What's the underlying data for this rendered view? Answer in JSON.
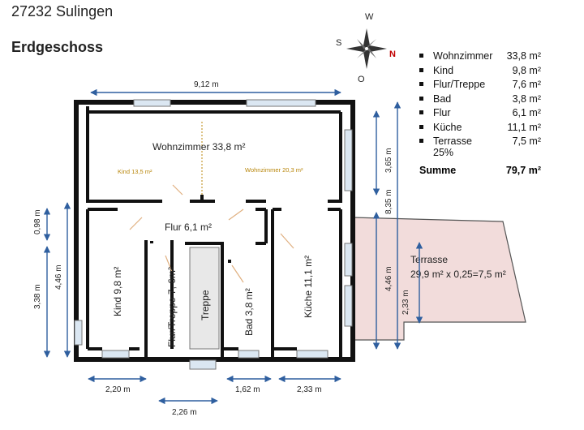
{
  "header": {
    "address": "27232 Sulingen",
    "title": "Erdgeschoss"
  },
  "compass": {
    "n": "N",
    "s": "S",
    "w": "W",
    "o": "O"
  },
  "area_list": [
    {
      "name": "Wohnzimmer",
      "value": "33,8 m²"
    },
    {
      "name": "Kind",
      "value": "9,8 m²"
    },
    {
      "name": "Flur/Treppe",
      "value": "7,6 m²"
    },
    {
      "name": "Bad",
      "value": "3,8 m²"
    },
    {
      "name": "Flur",
      "value": "6,1 m²"
    },
    {
      "name": "Küche",
      "value": "11,1 m²"
    },
    {
      "name": "Terrasse 25%",
      "value": "7,5 m²"
    }
  ],
  "sum": {
    "label": "Summe",
    "value": "79,7 m²"
  },
  "rooms": {
    "wohnzimmer": "Wohnzimmer 33,8 m²",
    "kind_part": "Kind 13,5 m²",
    "wohnzimmer_part": "Wohnzimmer 20,3 m²",
    "flur": "Flur 6,1 m²",
    "kind": "Kind  9,8 m²",
    "flur_treppe": "Flur/Treppe 7, 6m²",
    "treppe": "Treppe",
    "bad": "Bad 3,8 m²",
    "kueche": "Küche 11,1 m²",
    "terrasse": "Terrasse",
    "terrasse_calc": "29,9 m² x 0,25=7,5 m²"
  },
  "dimensions": {
    "top_width": "9,12 m",
    "right_upper": "3,65 m",
    "right_total": "8,35 m",
    "right_lower": "4,46 m",
    "terrace_height": "2,33 m",
    "left_small": "0,98 m",
    "left_lower": "3,38 m",
    "left_total": "4,46 m",
    "bottom_kind": "2,20 m",
    "bottom_flur": "2,26 m",
    "bottom_bad": "1,62 m",
    "bottom_kueche": "2,33 m"
  },
  "colors": {
    "wall": "#111111",
    "dimension": "#2f5f9f",
    "window": "#dbe7f2",
    "terrace_fill": "#f2dcdb",
    "accent_text": "#b8860b",
    "compass_n": "#c00000"
  }
}
